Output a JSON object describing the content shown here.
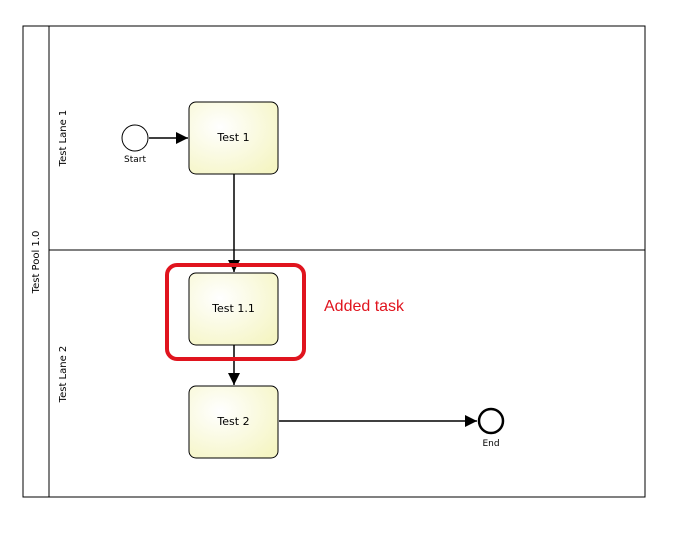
{
  "pool": {
    "label": "Test Pool 1.0"
  },
  "lanes": [
    {
      "label": "Test Lane 1"
    },
    {
      "label": "Test Lane 2"
    }
  ],
  "events": {
    "start": {
      "label": "Start"
    },
    "end": {
      "label": "End"
    }
  },
  "tasks": [
    {
      "label": "Test 1"
    },
    {
      "label": "Test 1.1"
    },
    {
      "label": "Test 2"
    }
  ],
  "highlight": {
    "label": "Added task",
    "color": "#e0141e"
  },
  "colors": {
    "task_fill": "#fbfbd3",
    "stroke": "#000000"
  }
}
